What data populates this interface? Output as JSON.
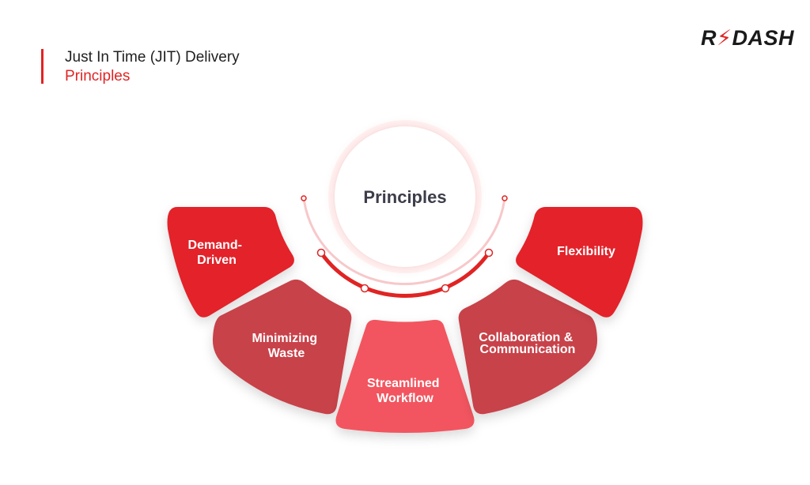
{
  "header": {
    "title_line1": "Just In Time (JIT) Delivery",
    "title_line2": "Principles"
  },
  "logo": {
    "part1": "R",
    "part2": "DASH",
    "bolt_color": "#e02424"
  },
  "diagram": {
    "center_label": "Principles",
    "segments": [
      {
        "line1": "Demand-",
        "line2": "Driven",
        "color": "#e3242b"
      },
      {
        "line1": "Minimizing",
        "line2": "Waste",
        "color": "#c8434a"
      },
      {
        "line1": "Streamlined",
        "line2": "Workflow",
        "color": "#f2545e"
      },
      {
        "line1": "Collaboration &",
        "line2": "Communication",
        "color": "#c8434a"
      },
      {
        "line1": "Flexibility",
        "line2": "",
        "color": "#e3242b"
      }
    ]
  }
}
